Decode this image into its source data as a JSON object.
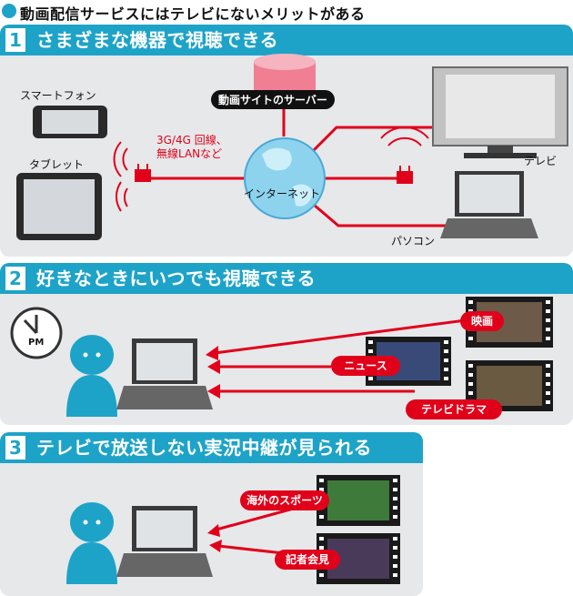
{
  "header": {
    "title": "動画配信サービスにはテレビにないメリットがある"
  },
  "sections": [
    {
      "number": "1",
      "title": "さまざまな機器で視聴できる",
      "labels": {
        "smartphone": "スマートフォン",
        "tablet": "タブレット",
        "network_line1": "3G/4G 回線、",
        "network_line2": "無線LANなど",
        "server": "動画サイトのサーバー",
        "internet": "インターネット",
        "tv": "テレビ",
        "pc": "パソコン"
      }
    },
    {
      "number": "2",
      "title": "好きなときにいつでも視聴できる",
      "clock_text": "PM",
      "pills": [
        "映画",
        "ニュース",
        "テレビドラマ"
      ]
    },
    {
      "number": "3",
      "title": "テレビで放送しない実況中継が見られる",
      "pills": [
        "海外のスポーツ",
        "記者会見"
      ]
    }
  ],
  "colors": {
    "accent": "#1ea3c8",
    "red": "#e1001a",
    "panel": "#e6e8ea"
  }
}
